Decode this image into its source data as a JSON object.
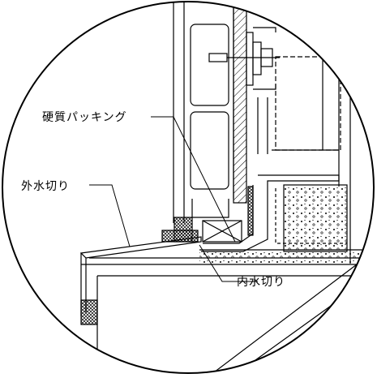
{
  "labels": {
    "hard_packing": "硬質パッキング",
    "outer_drip": "外水切り",
    "inner_drip": "内水切り"
  },
  "colors": {
    "line": "#000000",
    "background": "#ffffff"
  }
}
